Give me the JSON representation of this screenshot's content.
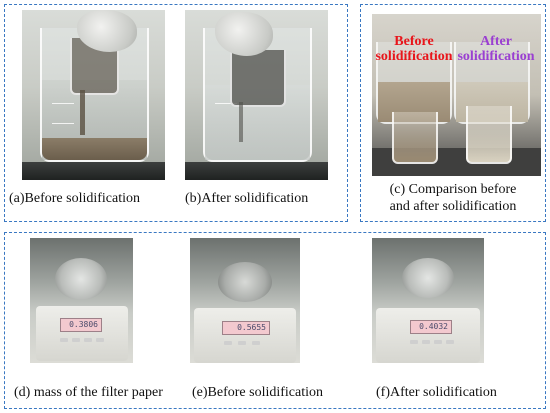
{
  "captions": {
    "a": "(a)Before solidification",
    "b": "(b)After solidification",
    "c_line1": "(c) Comparison before",
    "c_line2": "and after solidification",
    "d": "(d) mass of the filter paper",
    "e": "(e)Before solidification",
    "f": "(f)After solidification"
  },
  "photo_c_labels": {
    "before_line1": "Before",
    "before_line2": "solidification",
    "after_line1": "After",
    "after_line2": "solidification"
  },
  "balance_readings": {
    "d": "0.3806",
    "e": "0.5655",
    "f": "0.4032"
  },
  "colors": {
    "frame": "#3a78c2",
    "before_label": "#e8151b",
    "after_label": "#9a3fd1"
  }
}
